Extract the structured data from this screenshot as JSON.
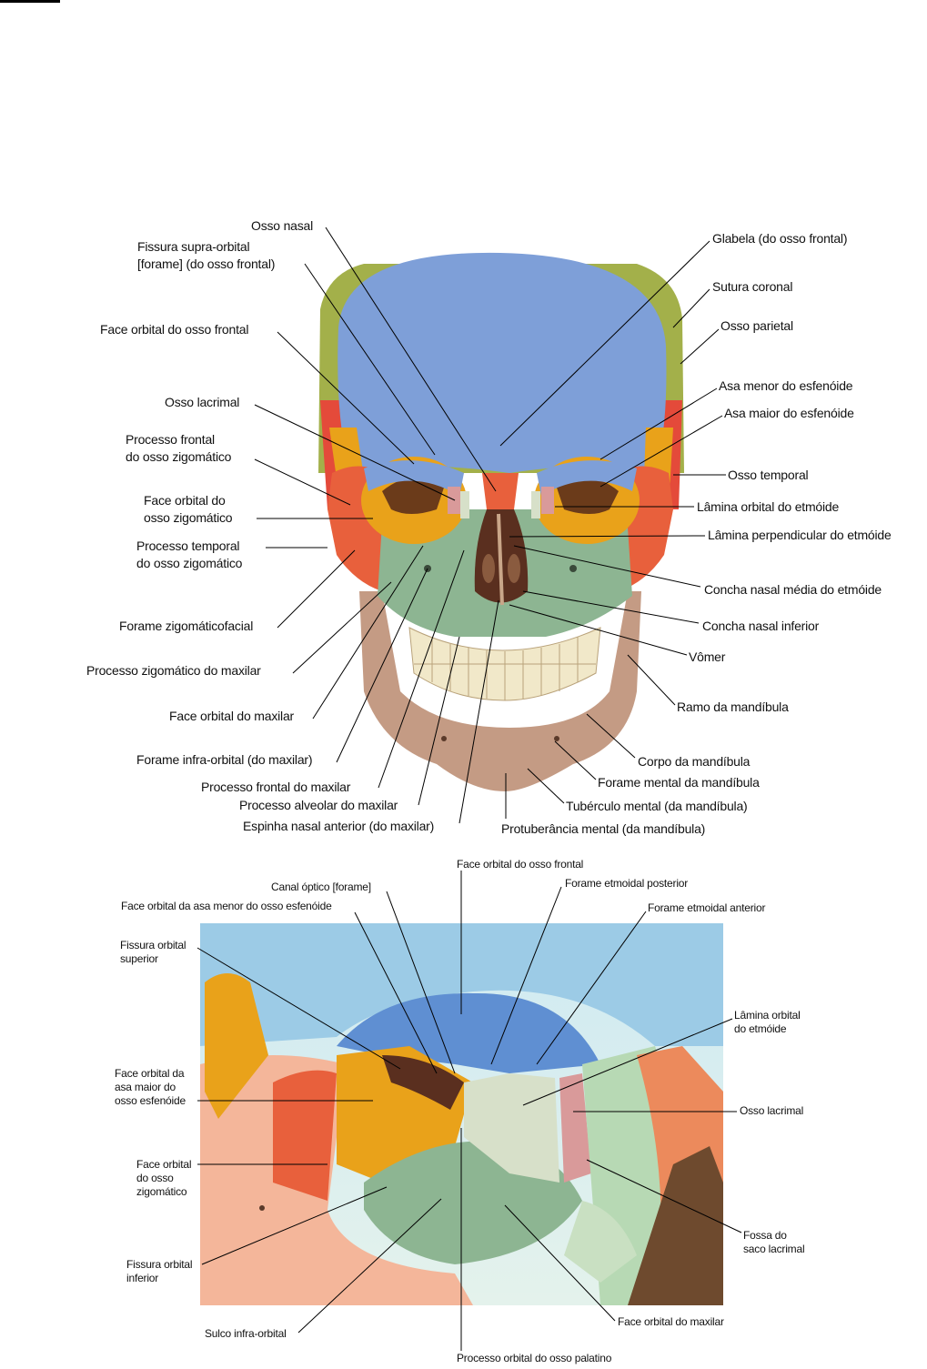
{
  "figure_top": {
    "labels_left": [
      "Osso nasal",
      "Fissura supra-orbital\n[forame] (do osso frontal)",
      "Face orbital do osso frontal",
      "Osso lacrimal",
      "Processo frontal\ndo osso zigomático",
      "Face orbital do\nosso zigomático",
      "Processo temporal\ndo osso zigomático",
      "Forame zigomáticofacial",
      "Processo zigomático do maxilar",
      "Face orbital do maxilar",
      "Forame infra-orbital (do maxilar)",
      "Processo frontal do maxilar",
      "Processo alveolar do maxilar",
      "Espinha nasal anterior (do maxilar)"
    ],
    "labels_right": [
      "Glabela (do osso frontal)",
      "Sutura coronal",
      "Osso parietal",
      "Asa menor do esfenóide",
      "Asa maior do esfenóide",
      "Osso temporal",
      "Lâmina orbital do etmóide",
      "Lâmina perpendicular do etmóide",
      "Concha nasal média do etmóide",
      "Concha nasal inferior",
      "Vômer",
      "Ramo da mandíbula",
      "Corpo da mandíbula",
      "Forame mental da mandíbula",
      "Tubérculo mental (da mandíbula)",
      "Protuberância mental (da mandíbula)"
    ]
  },
  "figure_bottom": {
    "labels": [
      "Face orbital do osso frontal",
      "Canal óptico [forame]",
      "Face orbital da asa menor do osso esfenóide",
      "Forame etmoidal posterior",
      "Forame etmoidal anterior",
      "Fissura orbital\nsuperior",
      "Lâmina orbital\ndo etmóide",
      "Face orbital da\nasa maior do\nosso esfenóide",
      "Osso lacrimal",
      "Face orbital\ndo osso\nzigomático",
      "Fossa do\nsaco lacrimal",
      "Fissura orbital\ninferior",
      "Sulco infra-orbital",
      "Face orbital do maxilar",
      "Processo orbital do osso palatino"
    ]
  },
  "colors": {
    "frontal": "#7e9fd8",
    "parietal": "#a3b04a",
    "sphenoid": "#e9a21a",
    "zygomatic": "#e8603c",
    "maxilla": "#8db592",
    "mandible": "#c49b84",
    "ethmoid": "#d7e0c9",
    "lacrimal": "#d99a9a"
  }
}
